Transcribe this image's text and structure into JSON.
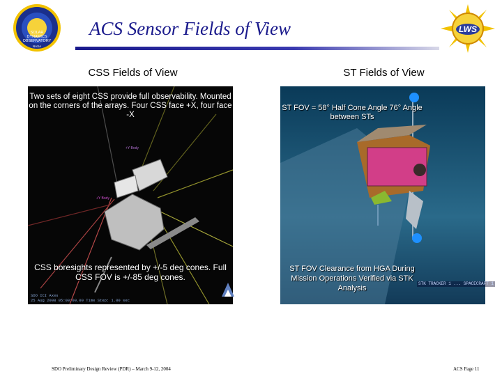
{
  "slide": {
    "title": "ACS Sensor Fields of View",
    "accent_color": "#1a1a8c"
  },
  "logos": {
    "sdo": {
      "icon": "sdo-mission-logo",
      "text_lines": [
        "SOLAR",
        "DYNAMICS",
        "OBSERVATORY"
      ],
      "footer": "NASA"
    },
    "lws": {
      "icon": "living-with-a-star-logo",
      "text": "LWS"
    }
  },
  "left": {
    "heading": "CSS Fields of View",
    "caption_top": "Two sets of eight CSS provide full observability. Mounted on the corners of the arrays. Four CSS face +X, four face -X",
    "caption_bottom": "CSS boresights represented by +/-5 deg cones. Full CSS FOV is +/-85 deg cones.",
    "hud_lines": [
      "SDO ICI Axes",
      "25 Aug 2008 05:00:00.00   Time Step: 1.00 sec"
    ],
    "image_labels": [
      "+Y Body",
      "+Y Body"
    ]
  },
  "right": {
    "heading": "ST Fields of View",
    "caption_top": "ST FOV = 58° Half Cone Angle 76° Angle between STs",
    "caption_bottom": "ST FOV Clearance from HGA During Mission Operations Verified via STK Analysis",
    "hud_text": "STK TRACKER 1 ... SPACECRAFT 1"
  },
  "footer": {
    "left": "SDO Preliminary Design Review (PDR) – March 9-12, 2004",
    "right": "ACS Page 11"
  }
}
